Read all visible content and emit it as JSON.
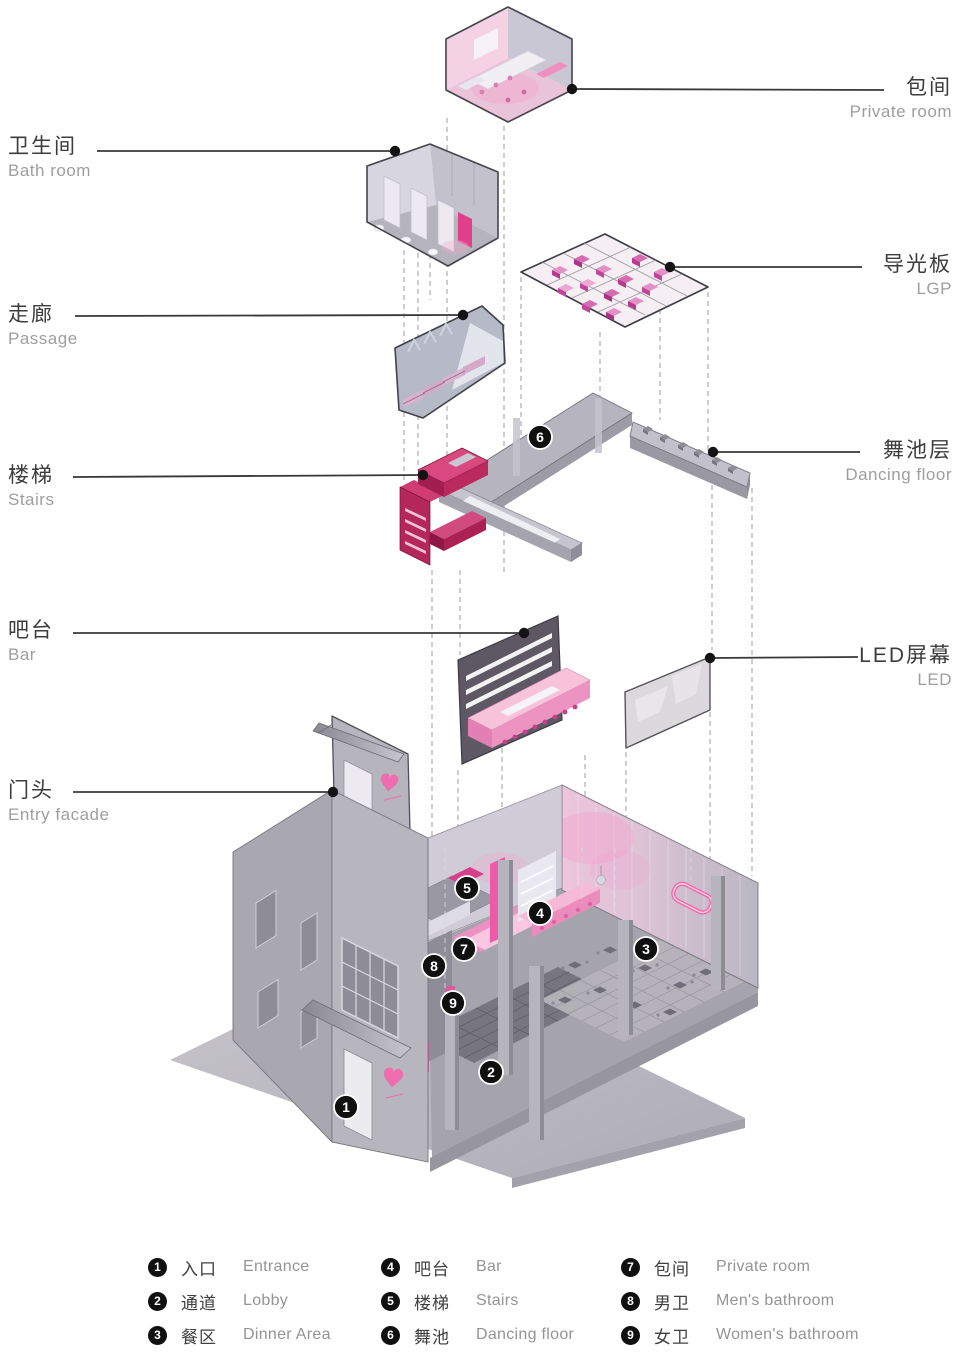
{
  "callouts": {
    "left": [
      {
        "zh": "卫生间",
        "en": "Bath room"
      },
      {
        "zh": "走廊",
        "en": "Passage"
      },
      {
        "zh": "楼梯",
        "en": "Stairs"
      },
      {
        "zh": "吧台",
        "en": "Bar"
      },
      {
        "zh": "门头",
        "en": "Entry facade"
      }
    ],
    "right": [
      {
        "zh": "包间",
        "en": "Private room"
      },
      {
        "zh": "导光板",
        "en": "LGP"
      },
      {
        "zh": "舞池层",
        "en": "Dancing floor"
      },
      {
        "zh": "LED屏幕",
        "en": "LED"
      }
    ]
  },
  "legend": [
    {
      "num": "1",
      "zh": "入口",
      "en": "Entrance"
    },
    {
      "num": "2",
      "zh": "通道",
      "en": "Lobby"
    },
    {
      "num": "3",
      "zh": "餐区",
      "en": "Dinner Area"
    },
    {
      "num": "4",
      "zh": "吧台",
      "en": "Bar"
    },
    {
      "num": "5",
      "zh": "楼梯",
      "en": "Stairs"
    },
    {
      "num": "6",
      "zh": "舞池",
      "en": "Dancing floor"
    },
    {
      "num": "7",
      "zh": "包间",
      "en": "Private room"
    },
    {
      "num": "8",
      "zh": "男卫",
      "en": "Men's bathroom"
    },
    {
      "num": "9",
      "zh": "女卫",
      "en": "Women's bathroom"
    }
  ],
  "badges": [
    "1",
    "2",
    "3",
    "4",
    "5",
    "6",
    "7",
    "8",
    "9"
  ],
  "colors": {
    "accent_magenta": "#c2285f",
    "accent_pink": "#f2a9ce",
    "leader_line": "#383838",
    "zh_text": "#3c3c3c",
    "en_text": "#9e9e9e"
  }
}
